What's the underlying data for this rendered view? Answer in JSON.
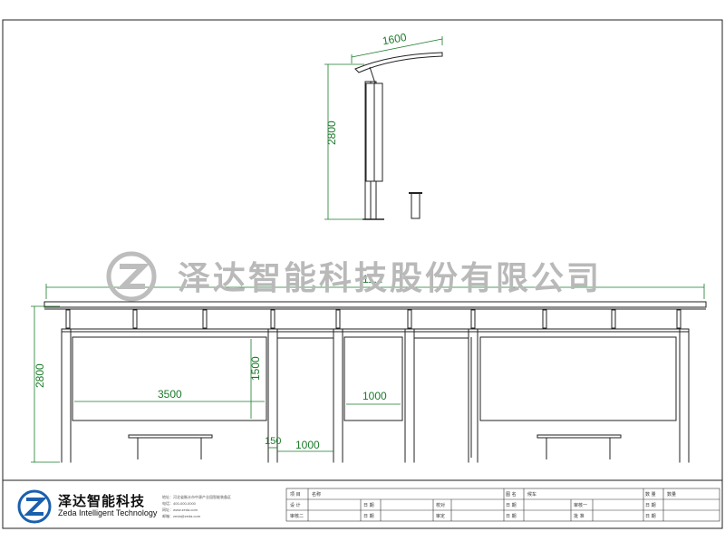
{
  "dimensions": {
    "side_width": "1600",
    "side_height": "2800",
    "total_length": "11...",
    "front_height": "2800",
    "board_width_large": "3500",
    "board_height": "1500",
    "board_width_small": "1000",
    "gap_width": "1000",
    "bench_offset": "150"
  },
  "watermark": {
    "company": "泽达智能科技股份有限公司"
  },
  "title_block": {
    "company_cn": "泽达智能科技",
    "company_en": "Zeda Intelligent Technology",
    "contact_lines": [
      "地址：河北省衡水市中源产业园智能装备区",
      "电话：400-000-0000",
      "网址：www.zeda.com",
      "邮箱：zeda@zeda.com"
    ],
    "cells": {
      "project_label": "项 目",
      "name_label": "名称",
      "design_label": "设 计",
      "check1_label": "审核二",
      "date_label": "日 期",
      "proof_label": "校对",
      "approve_label": "审定",
      "drawing_name_label": "图 名",
      "drawing_name_value": "候车",
      "review1_label": "审核一",
      "approve2_label": "批 准",
      "quantity_label": "数 量",
      "quantity_value": "数量"
    }
  }
}
